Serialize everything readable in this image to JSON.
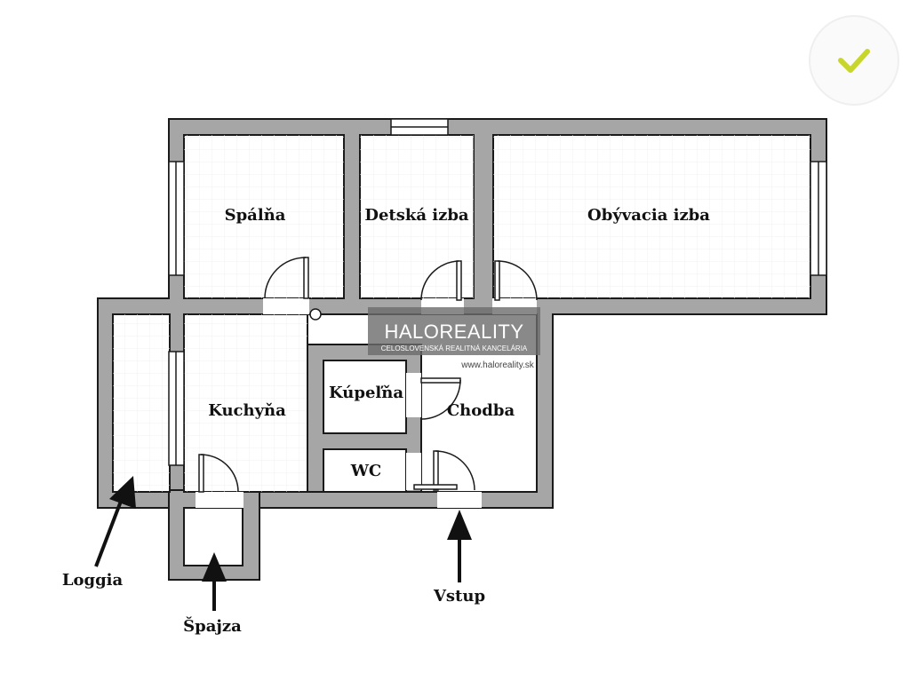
{
  "rooms": {
    "spalna": "Spálňa",
    "detska_izba": "Detská izba",
    "obyvacia_izba": "Obývacia izba",
    "kuchyna": "Kuchyňa",
    "kupelna": "Kúpeľňa",
    "chodba": "Chodba",
    "wc": "WC"
  },
  "annotations": {
    "loggia": "Loggia",
    "spajza": "Špajza",
    "vstup": "Vstup"
  },
  "watermark": {
    "brand": "HALOREALITY",
    "tagline": "CELOSLOVENSKÁ REALITNÁ KANCELÁRIA",
    "url": "www.haloreality.sk"
  },
  "colors": {
    "wall": "#a6a6a6",
    "outline": "#1a1a1a",
    "check_accent": "#c8d62b"
  }
}
